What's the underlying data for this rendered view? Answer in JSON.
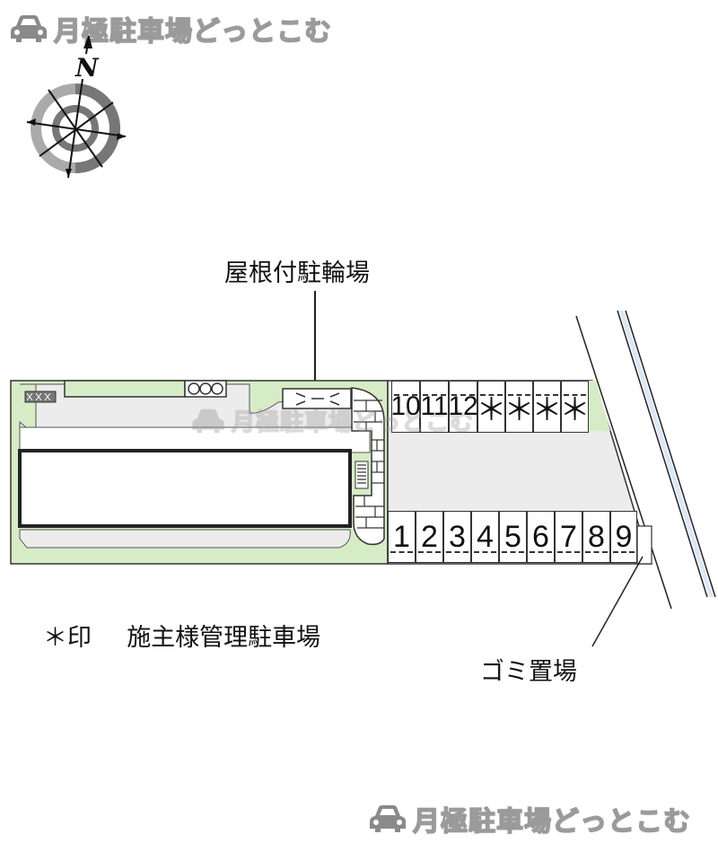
{
  "watermark": {
    "top_text": "月極駐車場どっとこむ",
    "center_text": "月極駐車場どっとこむ",
    "bottom_text": "月極駐車場どっとこむ",
    "icon": "car-icon"
  },
  "compass": {
    "north_label": "N",
    "icon": "compass-rose-icon"
  },
  "labels": {
    "bicycle_parking": "屋根付駐輪場",
    "garbage_area": "ゴミ置場"
  },
  "legend": {
    "marker": "＊印",
    "text": "施主様管理駐車場"
  },
  "parking": {
    "top_row": [
      {
        "id": "10",
        "label": "10",
        "owner_managed": false
      },
      {
        "id": "11",
        "label": "11",
        "owner_managed": false
      },
      {
        "id": "12",
        "label": "12",
        "owner_managed": false
      },
      {
        "id": "star1",
        "label": "＊",
        "owner_managed": true
      },
      {
        "id": "star2",
        "label": "＊",
        "owner_managed": true
      },
      {
        "id": "star3",
        "label": "＊",
        "owner_managed": true
      },
      {
        "id": "star4",
        "label": "＊",
        "owner_managed": true
      }
    ],
    "bottom_row": [
      {
        "id": "1",
        "label": "1"
      },
      {
        "id": "2",
        "label": "2"
      },
      {
        "id": "3",
        "label": "3"
      },
      {
        "id": "4",
        "label": "4"
      },
      {
        "id": "5",
        "label": "5"
      },
      {
        "id": "6",
        "label": "6"
      },
      {
        "id": "7",
        "label": "7"
      },
      {
        "id": "8",
        "label": "8"
      },
      {
        "id": "9",
        "label": "9"
      }
    ]
  },
  "colors": {
    "green_area": "#d6ecc6",
    "paved_area": "#ececec",
    "outline": "#333333",
    "water_channel": "#d8e8f8",
    "watermark_stroke": "#9a9a9a"
  }
}
